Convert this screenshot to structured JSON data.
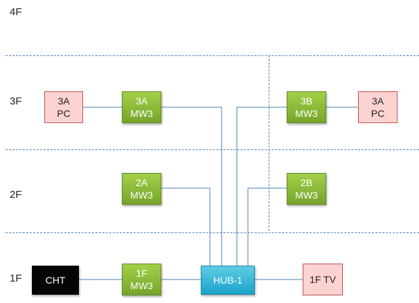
{
  "floors": {
    "f4": "4F",
    "f3": "3F",
    "f2": "2F",
    "f1": "1F"
  },
  "nodes": {
    "pc_3a_left": {
      "line1": "3A",
      "line2": "PC"
    },
    "mw3_3a": {
      "line1": "3A",
      "line2": "MW3"
    },
    "mw3_3b": {
      "line1": "3B",
      "line2": "MW3"
    },
    "pc_3a_right": {
      "line1": "3A",
      "line2": "PC"
    },
    "mw3_2a": {
      "line1": "2A",
      "line2": "MW3"
    },
    "mw3_2b": {
      "line1": "2B",
      "line2": "MW3"
    },
    "cht": {
      "line1": "CHT"
    },
    "mw3_1f": {
      "line1": "1F",
      "line2": "MW3"
    },
    "hub": {
      "line1": "HUB-1"
    },
    "tv_1f": {
      "line1": "1F TV"
    }
  },
  "colors": {
    "wire": "#4a7fb0",
    "green": "#8ebc3a",
    "pink": "#fbd3d1",
    "blue": "#2bb3d6",
    "black": "#050505"
  }
}
